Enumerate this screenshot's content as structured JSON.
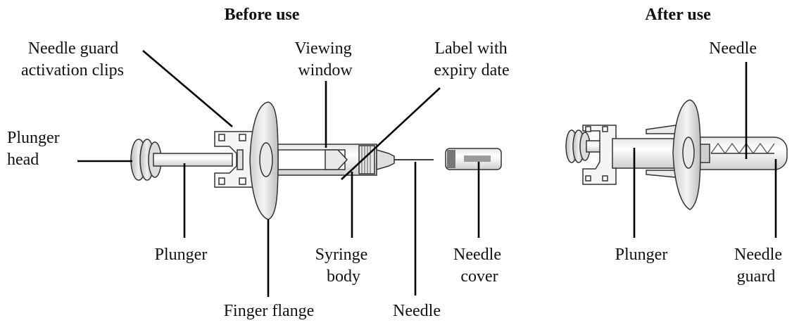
{
  "titles": {
    "before": "Before use",
    "after": "After use"
  },
  "labels": {
    "needle_guard_clips": [
      "Needle guard",
      "activation clips"
    ],
    "viewing_window": [
      "Viewing",
      "window"
    ],
    "label_expiry": [
      "Label with",
      "expiry date"
    ],
    "plunger_head": [
      "Plunger",
      "head"
    ],
    "plunger": "Plunger",
    "finger_flange": "Finger flange",
    "syringe_body": [
      "Syringe",
      "body"
    ],
    "needle": "Needle",
    "needle_cover": [
      "Needle",
      "cover"
    ],
    "after_needle": "Needle",
    "after_plunger": "Plunger",
    "needle_guard": [
      "Needle",
      "guard"
    ]
  },
  "colors": {
    "ink": "#000000",
    "fill_light": "#f2f2f2",
    "fill_mid": "#d6d6d6",
    "fill_dark": "#8a8a8a"
  }
}
